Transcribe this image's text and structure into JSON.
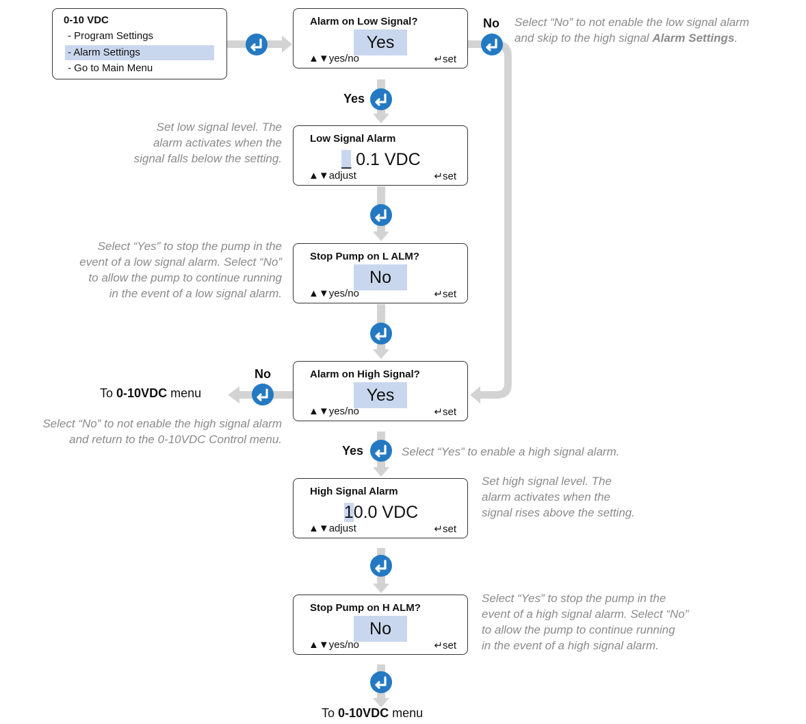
{
  "menu": {
    "title": "0-10 VDC",
    "items": [
      {
        "label": "- Program Settings"
      },
      {
        "label": "- Alarm Settings"
      },
      {
        "label": "- Go to Main Menu"
      }
    ]
  },
  "screens": [
    {
      "title": "Alarm on Low Signal?",
      "value": "Yes",
      "nav": "yes/no",
      "set": "set"
    },
    {
      "title": "Low Signal Alarm",
      "cursor": "_",
      "value": " 0.1 VDC",
      "nav": "adjust",
      "set": "set"
    },
    {
      "title": "Stop Pump on L ALM?",
      "value": "No",
      "nav": "yes/no",
      "set": "set"
    },
    {
      "title": "Alarm on High Signal?",
      "value": "Yes",
      "nav": "yes/no",
      "set": "set"
    },
    {
      "title": "High Signal Alarm",
      "cursor": "1",
      "value": "0.0 VDC",
      "nav": "adjust",
      "set": "set"
    },
    {
      "title": "Stop Pump on H ALM?",
      "value": "No",
      "nav": "yes/no",
      "set": "set"
    }
  ],
  "labels": {
    "no": "No",
    "yes": "Yes"
  },
  "to_menu": {
    "prefix": "To",
    "name": "0-10VDC",
    "suffix": "menu"
  },
  "notes": {
    "no_low_part1": "Select “No” to not enable the low signal alarm",
    "no_low_part2": "and skip to the high signal",
    "no_low_bold": "Alarm Settings",
    "no_low_end": ".",
    "low_level": [
      "Set low signal level. The",
      "alarm activates when the",
      "signal falls below the setting."
    ],
    "stop_low": [
      "Select “Yes” to stop the pump in the",
      "event of a low signal alarm. Select “No”",
      "to allow the pump to continue running",
      "in the event of a low signal alarm."
    ],
    "no_high": [
      "Select “No” to not enable the high signal alarm",
      "and return to the 0-10VDC Control menu."
    ],
    "yes_high": "Select “Yes” to enable a high signal alarm.",
    "high_level": [
      "Set high signal level. The",
      "alarm activates when the",
      "signal rises above the setting."
    ],
    "stop_high": [
      "Select “Yes” to stop the pump in the",
      "event of a high signal alarm. Select “No”",
      "to allow the pump to continue running",
      "in the event of a high signal alarm."
    ]
  },
  "colors": {
    "accent": "#2479c2",
    "highlight": "#c9d7ee",
    "connector": "#d3d3d3",
    "note": "#8a8a8a"
  },
  "icons": {
    "enter": "enter-key-icon",
    "updown": "up-down-arrows-icon"
  }
}
